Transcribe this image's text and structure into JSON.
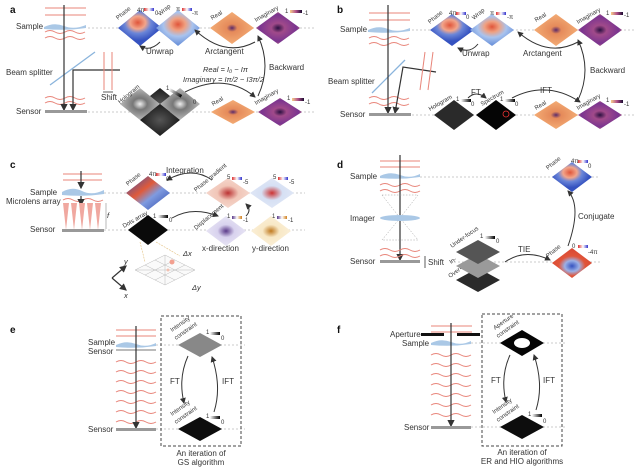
{
  "figure": {
    "panels": [
      {
        "id": "a",
        "letter": "a",
        "setup_labels": {
          "sample": "Sample",
          "beam_splitter": "Beam splitter",
          "sensor": "Sensor",
          "shift": "Shift"
        },
        "maps": {
          "phase": {
            "label": "Phase",
            "cbar_max": "4π",
            "cbar_min": "0"
          },
          "wrap": {
            "label": "Wrap",
            "cbar_max": "π",
            "cbar_min": "-π"
          },
          "real_top": {
            "label": "Real"
          },
          "imag_top": {
            "label": "Imaginary",
            "cbar_max": "1",
            "cbar_min": "-1"
          },
          "hologram": {
            "label": "Hologram",
            "cbar_max": "1",
            "cbar_min": "0",
            "subframes": [
              "0",
              "π/2",
              "π",
              "3π/2"
            ]
          },
          "real_bottom": {
            "label": "Real"
          },
          "imag_bottom": {
            "label": "Imaginary",
            "cbar_max": "1",
            "cbar_min": "-1"
          }
        },
        "arrows": {
          "unwrap": "Unwrap",
          "arctangent": "Arctangent",
          "backward": "Backward"
        },
        "equations": {
          "real": "Real = I₀ − Iπ",
          "imaginary": "Imaginary = Iπ/2 − I3π/2"
        }
      },
      {
        "id": "b",
        "letter": "b",
        "setup_labels": {
          "sample": "Sample",
          "beam_splitter": "Beam splitter",
          "sensor": "Sensor"
        },
        "maps": {
          "phase": {
            "label": "Phase",
            "cbar_max": "4π",
            "cbar_min": "0"
          },
          "wrap": {
            "label": "Wrap",
            "cbar_max": "π",
            "cbar_min": "-π"
          },
          "real_top": {
            "label": "Real"
          },
          "imag_top": {
            "label": "Imaginary",
            "cbar_max": "1",
            "cbar_min": "-1"
          },
          "hologram": {
            "label": "Hologram",
            "cbar_max": "1",
            "cbar_min": "0"
          },
          "spectrum": {
            "label": "Spectrum",
            "cbar_max": "1",
            "cbar_min": "0"
          },
          "real_bottom": {
            "label": "Real"
          },
          "imag_bottom": {
            "label": "Imaginary",
            "cbar_max": "1",
            "cbar_min": "-1"
          }
        },
        "arrows": {
          "unwrap": "Unwrap",
          "arctangent": "Arctangent",
          "backward": "Backward",
          "ft": "FT",
          "ift": "IFT"
        }
      },
      {
        "id": "c",
        "letter": "c",
        "setup_labels": {
          "sample": "Sample",
          "microlens": "Microlens array",
          "sensor": "Sensor",
          "focal": "f"
        },
        "maps": {
          "phase": {
            "label": "Phase",
            "cbar_max": "4π",
            "cbar_min": "0"
          },
          "phase_gradient": {
            "label": "Phase gradient",
            "cbar_max": "5",
            "cbar_min": "-5"
          },
          "phase_gradient_y": {
            "cbar_max": "5",
            "cbar_min": "-5"
          },
          "dots": {
            "label": "Dots array",
            "cbar_max": "1",
            "cbar_min": "0"
          },
          "displacement": {
            "label": "Displacement",
            "cbar_max": "1",
            "cbar_min": "-1"
          },
          "displacement_y": {
            "cbar_max": "1",
            "cbar_min": "-1"
          }
        },
        "arrows": {
          "integration": "Integration"
        },
        "captions": {
          "x_dir": "x-direction",
          "y_dir": "y-direction",
          "dx": "Δx",
          "dy": "Δy",
          "axis_x": "x",
          "axis_y": "y"
        }
      },
      {
        "id": "d",
        "letter": "d",
        "setup_labels": {
          "sample": "Sample",
          "imager": "Imager",
          "sensor": "Sensor",
          "shift": "Shift"
        },
        "maps": {
          "phase_top": {
            "label": "Phase",
            "cbar_max": "4π",
            "cbar_min": "0"
          },
          "stack": {
            "under": "Under-focus",
            "in": "In-",
            "over": "Over-",
            "cbar_max": "1",
            "cbar_min": "0"
          },
          "phase_bottom": {
            "label": "Phase",
            "cbar_max": "0",
            "cbar_min": "-4π"
          }
        },
        "arrows": {
          "tie": "TIE",
          "conjugate": "Conjugate"
        }
      },
      {
        "id": "e",
        "letter": "e",
        "setup_labels": {
          "sample": "Sample",
          "sensor_top": "Sensor",
          "sensor": "Sensor"
        },
        "maps": {
          "top": {
            "label_line1": "Intensity",
            "label_line2": "constraint",
            "cbar_max": "1",
            "cbar_min": "0"
          },
          "bottom": {
            "label_line1": "Intensity",
            "label_line2": "constraint",
            "cbar_max": "1",
            "cbar_min": "0"
          }
        },
        "arrows": {
          "ft": "FT",
          "ift": "IFT"
        },
        "caption": {
          "line1": "An iteration of",
          "line2": "GS algorithm"
        }
      },
      {
        "id": "f",
        "letter": "f",
        "setup_labels": {
          "aperture": "Aperture",
          "sample": "Sample",
          "sensor": "Sensor"
        },
        "maps": {
          "top": {
            "label_line1": "Aperture",
            "label_line2": "constraint"
          },
          "bottom": {
            "label_line1": "Intensity",
            "label_line2": "constraint",
            "cbar_max": "1",
            "cbar_min": "0"
          }
        },
        "arrows": {
          "ft": "FT",
          "ift": "IFT"
        },
        "caption": {
          "line1": "An iteration of",
          "line2": "ER and HIO algorithms"
        }
      }
    ],
    "colors": {
      "wave": "#e8857a",
      "sample": "#aac8e6",
      "phase_blue": "#3a5fcd",
      "phase_red": "#e0553a",
      "real_orange": "#f5a76a",
      "imag_purple": "#7b3f8f",
      "sensor_gray": "#999999"
    }
  }
}
